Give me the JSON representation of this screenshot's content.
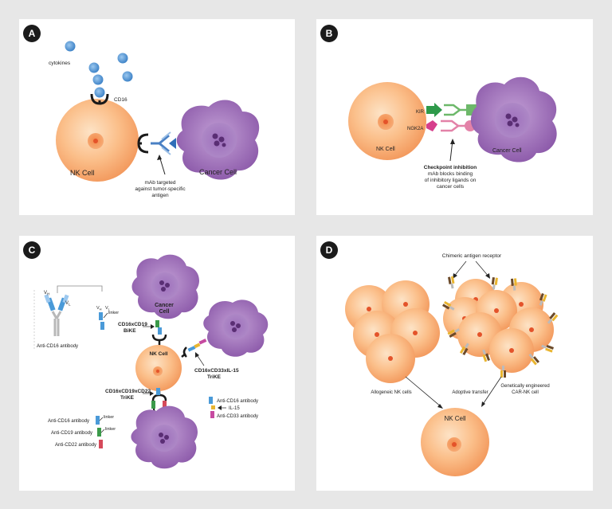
{
  "panels": {
    "a": {
      "badge": "A",
      "cytokines": "cytokines",
      "cd16": "CD16",
      "nk_cell": "NK Cell",
      "cancer_cell": "Cancer Cell",
      "mab_line1": "mAb targeted",
      "mab_line2": "against tumor-specific",
      "mab_line3": "antigen"
    },
    "b": {
      "badge": "B",
      "kir": "KIR",
      "nkg2a": "NGK2A",
      "nk_cell": "NK Cell",
      "cancer_cell": "Cancer Cell",
      "checkpoint_line1": "Checkpoint inhibition",
      "checkpoint_line2": "mAb blocks binding",
      "checkpoint_line3": "of inhibitory ligands on",
      "checkpoint_line4": "cancer cells"
    },
    "c": {
      "badge": "C",
      "vh": "V",
      "vh_sub": "H",
      "vl": "V",
      "vl_sub": "L",
      "anti_cd16_antibody": "Anti-CD16 antibody",
      "linker": "linker",
      "cancer_cell_line1": "Cancer",
      "cancer_cell_line2": "Cell",
      "bike_line1": "CD16xCD19",
      "bike_line2": "BiKE",
      "nk_cell": "NK Cell",
      "trike33_line1": "CD16xCD33xIL-15",
      "trike33_line2": "TriKE",
      "trike22_line1": "CD16xCD19xCD22",
      "trike22_line2": "TriKE",
      "legend_anti_cd16": "Anti-CD16 antibody",
      "legend_il15": "IL-15",
      "legend_anti_cd33": "Anti-CD33 antibody",
      "key_anti_cd16": "Anti-CD16 antibody",
      "key_anti_cd19": "Anti-CD19 antibody",
      "key_anti_cd22": "Anti-CD22 antibody",
      "key_linker1": "linker",
      "key_linker2": "linker"
    },
    "d": {
      "badge": "D",
      "chimeric": "Chimeric antigen receptor",
      "allogeneic": "Allogeneic NK cells",
      "adoptive": "Adoptive transfer",
      "car_line1": "Genetically engineered",
      "car_line2": "CAR-NK cell",
      "nk_cell": "NK Cell"
    }
  },
  "colors": {
    "nk_cell": "#f7a56c",
    "cancer_cell": "#8b58a8",
    "cytokine": "#4a8fd0",
    "kir": "#2e9a4a",
    "nkg2a": "#d63f8c",
    "ligand_green": "#6db86a",
    "ligand_pink": "#e382a8",
    "anti_cd16": "#4a9ad8",
    "anti_cd19": "#3b9a4a",
    "anti_cd22": "#d54a5a",
    "il15": "#e9b530",
    "anti_cd33": "#c64aa0"
  }
}
